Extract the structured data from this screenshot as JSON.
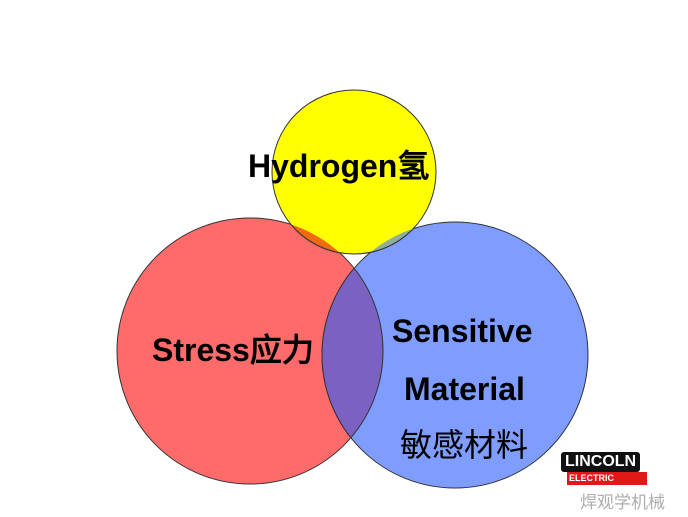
{
  "diagram": {
    "circles": [
      {
        "id": "hydrogen",
        "label": "Hydrogen氢",
        "color": "#ffff00"
      },
      {
        "id": "stress",
        "label": "Stress应力",
        "color": "#ff6b6b"
      },
      {
        "id": "material",
        "label_line1": "Sensitive",
        "label_line2": "Material",
        "label_line3": "敏感材料",
        "color": "#7f9cff"
      }
    ],
    "overlap_colors": {
      "stress_material": "#7b62c2",
      "hydrogen_stress": "#f06a10",
      "hydrogen_material": "#8fae9a"
    }
  },
  "logo": {
    "top": "LINCOLN",
    "bottom": "ELECTRIC"
  },
  "watermark": "焊观学机械"
}
